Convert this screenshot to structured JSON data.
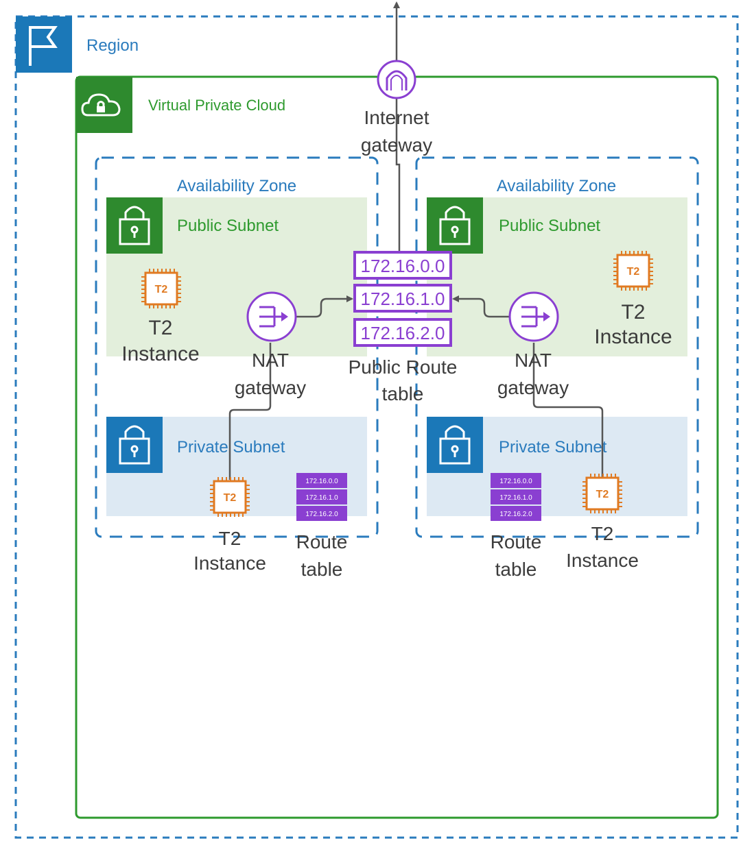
{
  "region": {
    "label": "Region"
  },
  "vpc": {
    "label": "Virtual Private Cloud"
  },
  "internet_gateway": {
    "label_line1": "Internet",
    "label_line2": "gateway"
  },
  "az_left": {
    "label": "Availability Zone",
    "public_subnet": {
      "label": "Public Subnet"
    },
    "private_subnet": {
      "label": "Private Subnet"
    },
    "public_instance": {
      "chip": "T2",
      "line1": "T2",
      "line2": "Instance"
    },
    "nat_gateway": {
      "line1": "NAT",
      "line2": "gateway"
    },
    "private_instance": {
      "chip": "T2",
      "line1": "T2",
      "line2": "Instance"
    },
    "route_table": {
      "rows": [
        "172.16.0.0",
        "172.16.1.0",
        "172.16.2.0"
      ],
      "line1": "Route",
      "line2": "table"
    }
  },
  "az_right": {
    "label": "Availability Zone",
    "public_subnet": {
      "label": "Public Subnet"
    },
    "private_subnet": {
      "label": "Private Subnet"
    },
    "public_instance": {
      "chip": "T2",
      "line1": "T2",
      "line2": "Instance"
    },
    "nat_gateway": {
      "line1": "NAT",
      "line2": "gateway"
    },
    "private_instance": {
      "chip": "T2",
      "line1": "T2",
      "line2": "Instance"
    },
    "route_table": {
      "rows": [
        "172.16.0.0",
        "172.16.1.0",
        "172.16.2.0"
      ],
      "line1": "Route",
      "line2": "table"
    }
  },
  "public_route_table": {
    "rows": [
      "172.16.0.0",
      "172.16.1.0",
      "172.16.2.0"
    ],
    "line1": "Public Route",
    "line2": "table"
  },
  "colors": {
    "region_blue": "#2a7bbd",
    "vpc_green": "#2e9a2e",
    "public_subnet_fill": "#e3efdc",
    "private_subnet_fill": "#dde9f3",
    "instance_orange": "#e07a22",
    "network_purple": "#8a3fd1",
    "connector_gray": "#555555"
  }
}
